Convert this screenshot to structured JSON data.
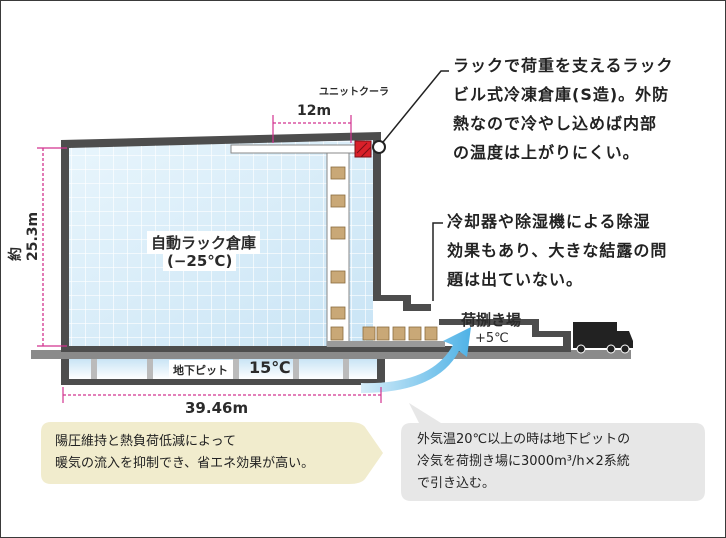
{
  "labels": {
    "unit_cooler": "ユニットクーラ",
    "dim_12m": "12m",
    "height": "約25.3m",
    "warehouse_name": "自動ラック倉庫",
    "warehouse_temp": "(−25℃)",
    "underground_pit": "地下ピット",
    "pit_temp": "15℃",
    "width": "39.46m",
    "loading_area": "荷捌き場",
    "loading_temp": "+5℃"
  },
  "callouts": {
    "top_lines": [
      "ラックで荷重を支えるラック",
      "ビル式冷凍倉庫(S造)。外防",
      "熱なので冷やし込めば内部",
      "の温度は上がりにくい。"
    ],
    "mid_lines": [
      "冷却器や除湿機による除湿",
      "効果もあり、大きな結露の問",
      "題は出ていない。"
    ]
  },
  "notes": {
    "left_lines": [
      "陽圧維持と熱負荷低減によって",
      "暖気の流入を抑制でき、省エネ効果が高い。"
    ],
    "right_lines": [
      "外気温20℃以上の時は地下ピットの",
      "冷気を荷捌き場に3000m³/h×2系統",
      "で引き込む。"
    ]
  },
  "colors": {
    "wall": "#4d4d4d",
    "ice": "#d6ecf8",
    "dimension": "#d2338f",
    "cooler": "#d9202a",
    "arrow": "#5bb8e8",
    "note_left": "#f1eccd",
    "note_right": "#e7e7e7"
  }
}
